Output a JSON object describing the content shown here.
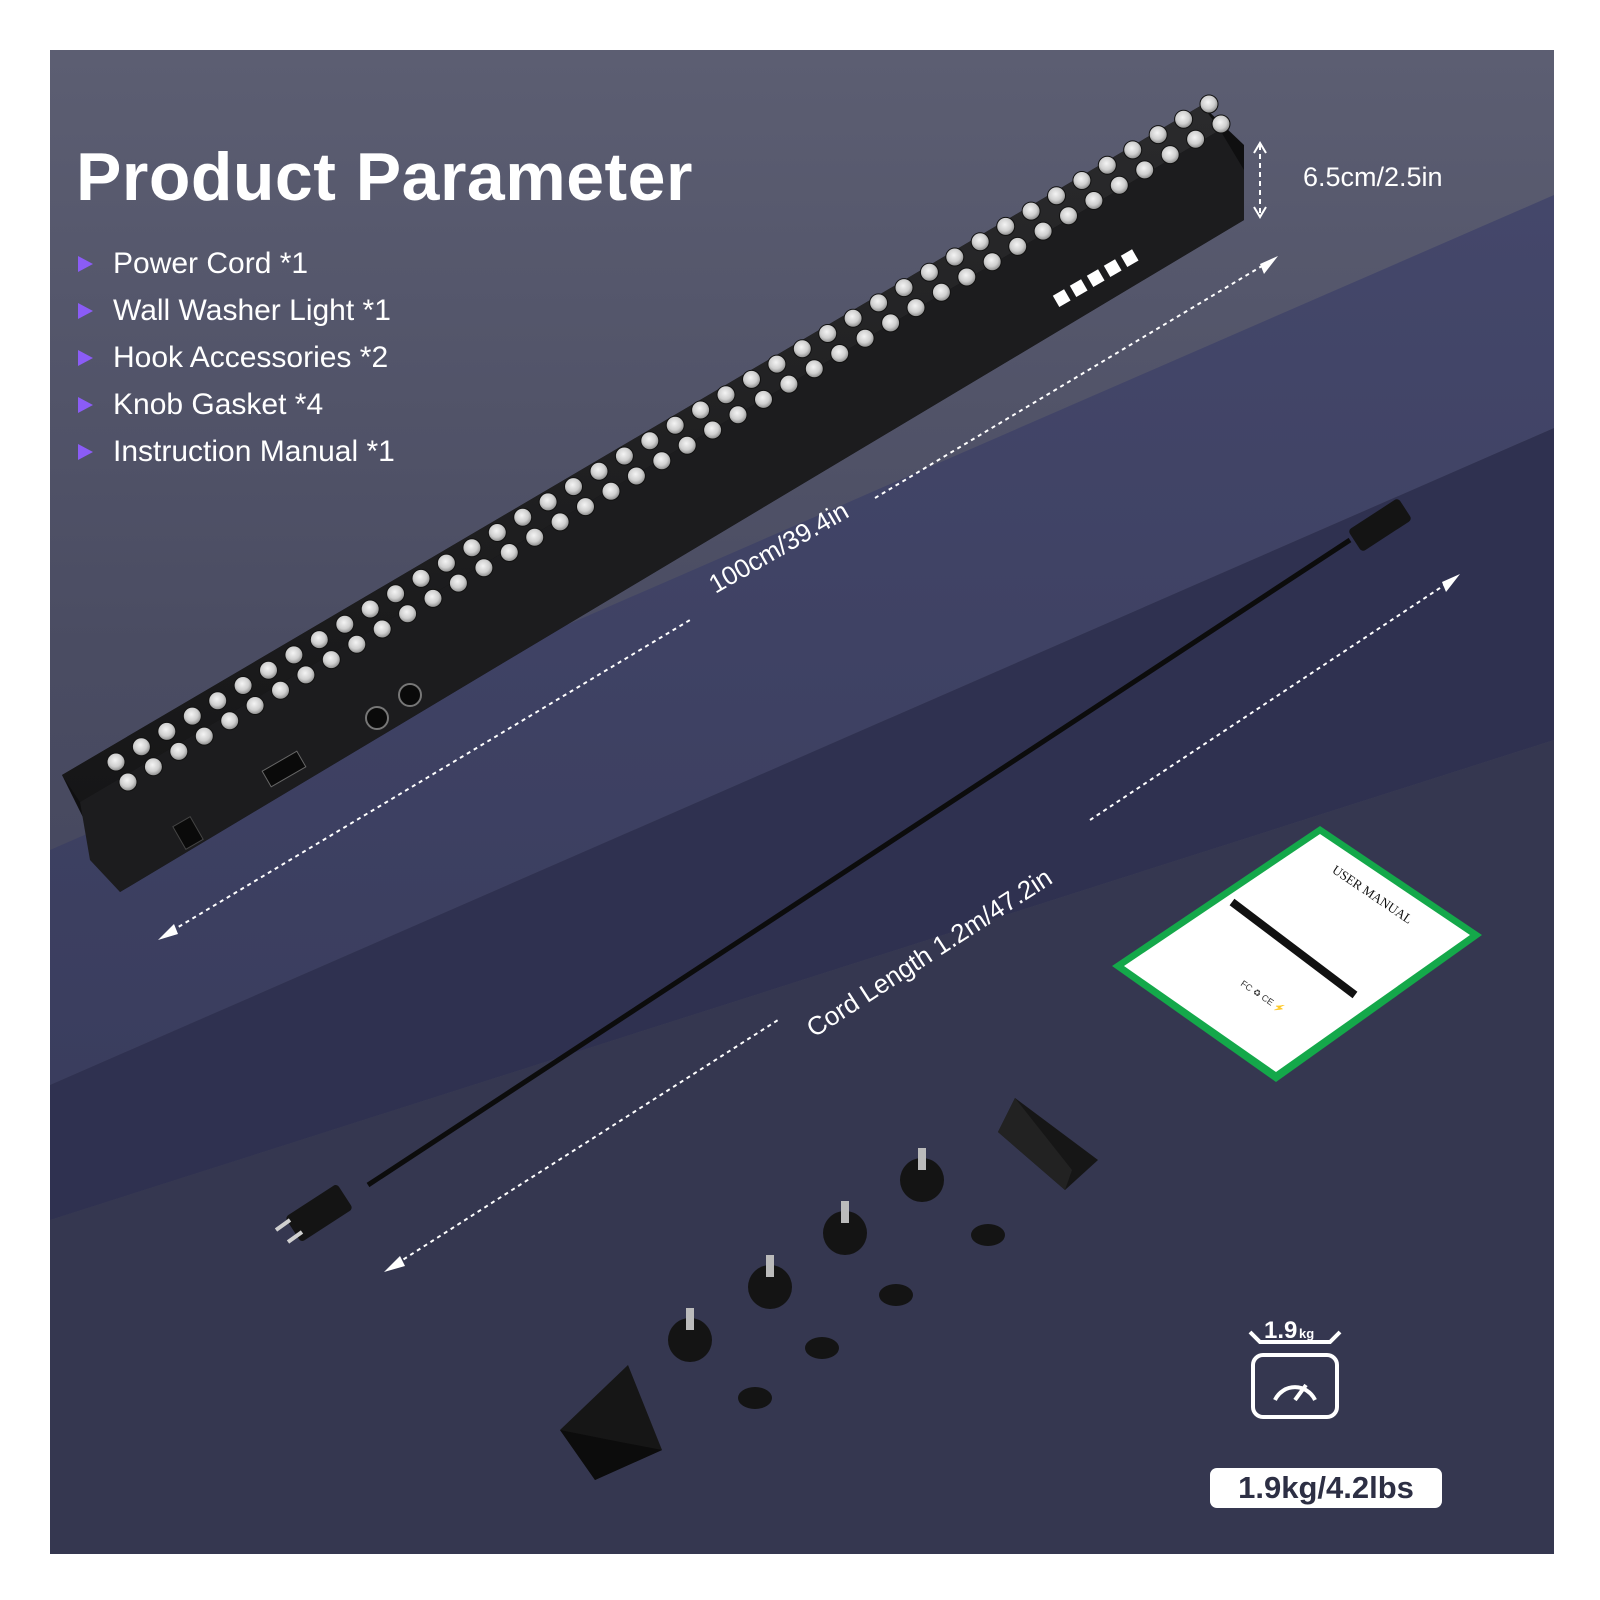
{
  "title": "Product Parameter",
  "items": [
    {
      "label": "Power Cord *1"
    },
    {
      "label": "Wall Washer Light *1"
    },
    {
      "label": "Hook Accessories *2"
    },
    {
      "label": "Knob Gasket *4"
    },
    {
      "label": "Instruction Manual *1"
    }
  ],
  "dimensions": {
    "height": "6.5cm/2.5in",
    "length": "100cm/39.4in",
    "cord": "Cord Length 1.2m/47.2in"
  },
  "weight": {
    "icon_value": "1.9",
    "icon_unit": "kg",
    "label": "1.9kg/4.2lbs"
  },
  "manual": {
    "title": "USER MANUAL"
  },
  "colors": {
    "background": "#4a4c62",
    "accent": "#8b5cf6",
    "manual_border": "#14a84a"
  }
}
